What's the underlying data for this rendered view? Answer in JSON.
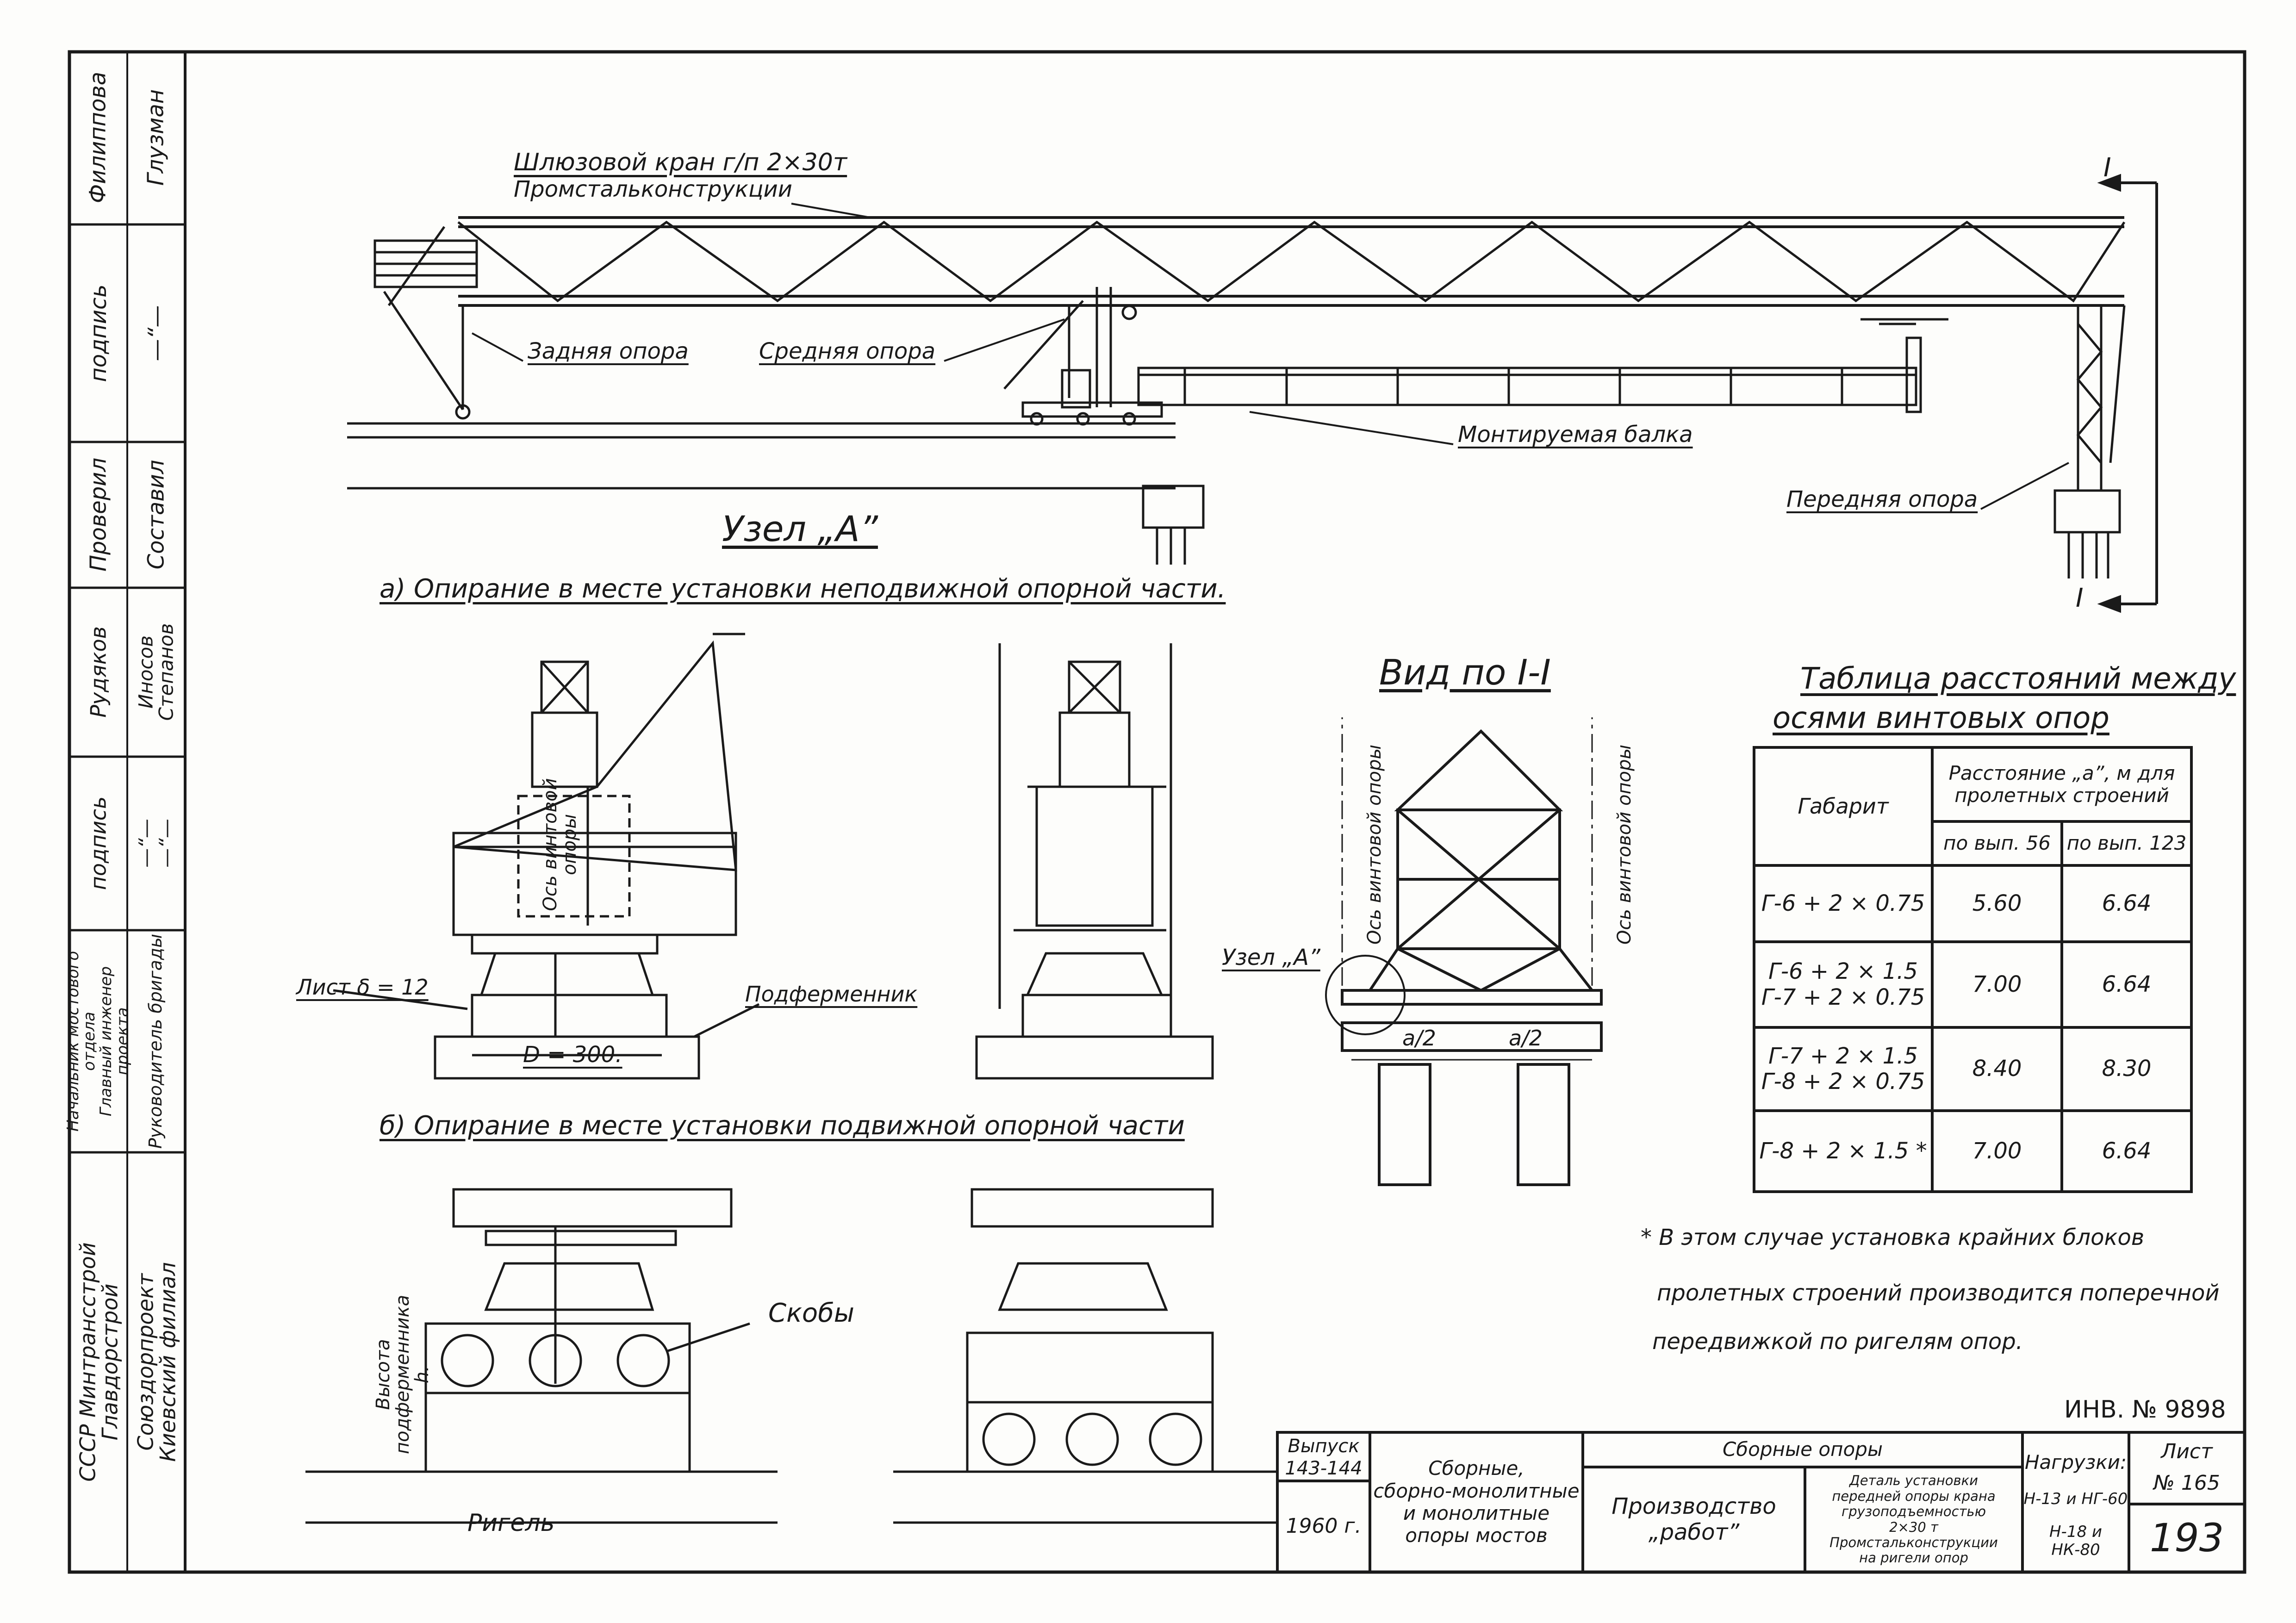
{
  "crane": {
    "title_line1": "Шлюзовой кран г/п 2×30т",
    "title_line2": "Промстальконструкции",
    "rear_support": "Задняя опора",
    "middle_support": "Средняя опора",
    "beam": "Монтируемая балка",
    "front_support": "Передняя опора",
    "section_mark": "I"
  },
  "node": {
    "title": "Узел „А”",
    "case_a": "а) Опирание в месте   установки неподвижной опорной части.",
    "case_b": "б) Опирание в месте   установки подвижной опорной части",
    "axis_label": "Ось винтовой опоры",
    "sheet_label": "Лист δ = 12",
    "pedestal": "Подферменник",
    "diameter": "D = 300.",
    "brackets": "Скобы",
    "height_label": "Высота подферменника h.",
    "crossbeam": "Ригель"
  },
  "view": {
    "title": "Вид по I-I",
    "node_ref": "Узел „А”",
    "axis_left": "Ось винтовой опоры",
    "axis_right": "Ось винтовой опоры",
    "half_a_left": "а/2",
    "half_a_right": "а/2"
  },
  "table": {
    "title_line1": "Таблица расстояний между",
    "title_line2": "осями винтовых опор",
    "col_gabarit": "Габарит",
    "col_group": "Расстояние „а”, м для пролетных строений",
    "col_v56": "по вып. 56",
    "col_v123": "по вып. 123",
    "rows": [
      {
        "gabarit": "Г-6 + 2 × 0.75",
        "v56": "5.60",
        "v123": "6.64"
      },
      {
        "gabarit": "Г-6 + 2 × 1.5\nГ-7 + 2 × 0.75",
        "v56": "7.00",
        "v123": "6.64"
      },
      {
        "gabarit": "Г-7 + 2 × 1.5\nГ-8 + 2 × 0.75",
        "v56": "8.40",
        "v123": "8.30"
      },
      {
        "gabarit": "Г-8 + 2 × 1.5 *",
        "v56": "7.00",
        "v123": "6.64"
      }
    ],
    "note_line1": "* В этом случае установка крайних блоков",
    "note_line2": "пролетных строений производится поперечной",
    "note_line3": "передвижкой по ригелям опор."
  },
  "sidebar": {
    "org": "СССР Минтрансстрой\nГлавдорстрой\nСоюздорпроект\nКиевский филиал",
    "roles": [
      {
        "role": "Начальник\nмостового отдела",
        "sign": "подпись",
        "name": "Филиппова"
      },
      {
        "role": "Главный\nинженер проекта",
        "sign": "—“—",
        "name": "Глузман"
      },
      {
        "role": "Руководитель бригады",
        "sign": "—“—",
        "name": ""
      }
    ],
    "cells": [
      {
        "a": "Филиппова",
        "b": "Глузман"
      },
      {
        "a": "подпись",
        "b": "—“—"
      },
      {
        "a": "Проверил",
        "b": "Составил"
      },
      {
        "a": "Рудяков",
        "b": "Иносов\nСтепанов"
      },
      {
        "a": "подпись",
        "b": "—“—\n—“—"
      },
      {
        "a": "Начальник мостового отдела\nГлавный инженер проекта",
        "b": "Руководитель бригады"
      },
      {
        "a": "СССР Минтрансстрой\nГлавдорстрой",
        "b": "Союздорпроект\nКиевский филиал"
      }
    ]
  },
  "inventory": "ИНВ. № 9898",
  "stamp": {
    "vypusk_label": "Выпуск",
    "vypusk_value": "143-144",
    "year": "1960 г.",
    "series_title": "Сборные,\nсборно-монолитные\nи монолитные\nопоры мостов",
    "section": "Сборные опоры",
    "topic": "Производство\n„работ”",
    "detail": "Деталь установки\nпередней опоры крана\nгрузоподъемностью\n2×30 т\nПромстальконструкции\nна ригели опор",
    "loads_label": "Нагрузки:",
    "load1": "Н-13 и НГ-60",
    "load2": "Н-18 и НК-80",
    "sheet_label": "Лист",
    "sheet_value": "№ 165",
    "page": "193"
  }
}
